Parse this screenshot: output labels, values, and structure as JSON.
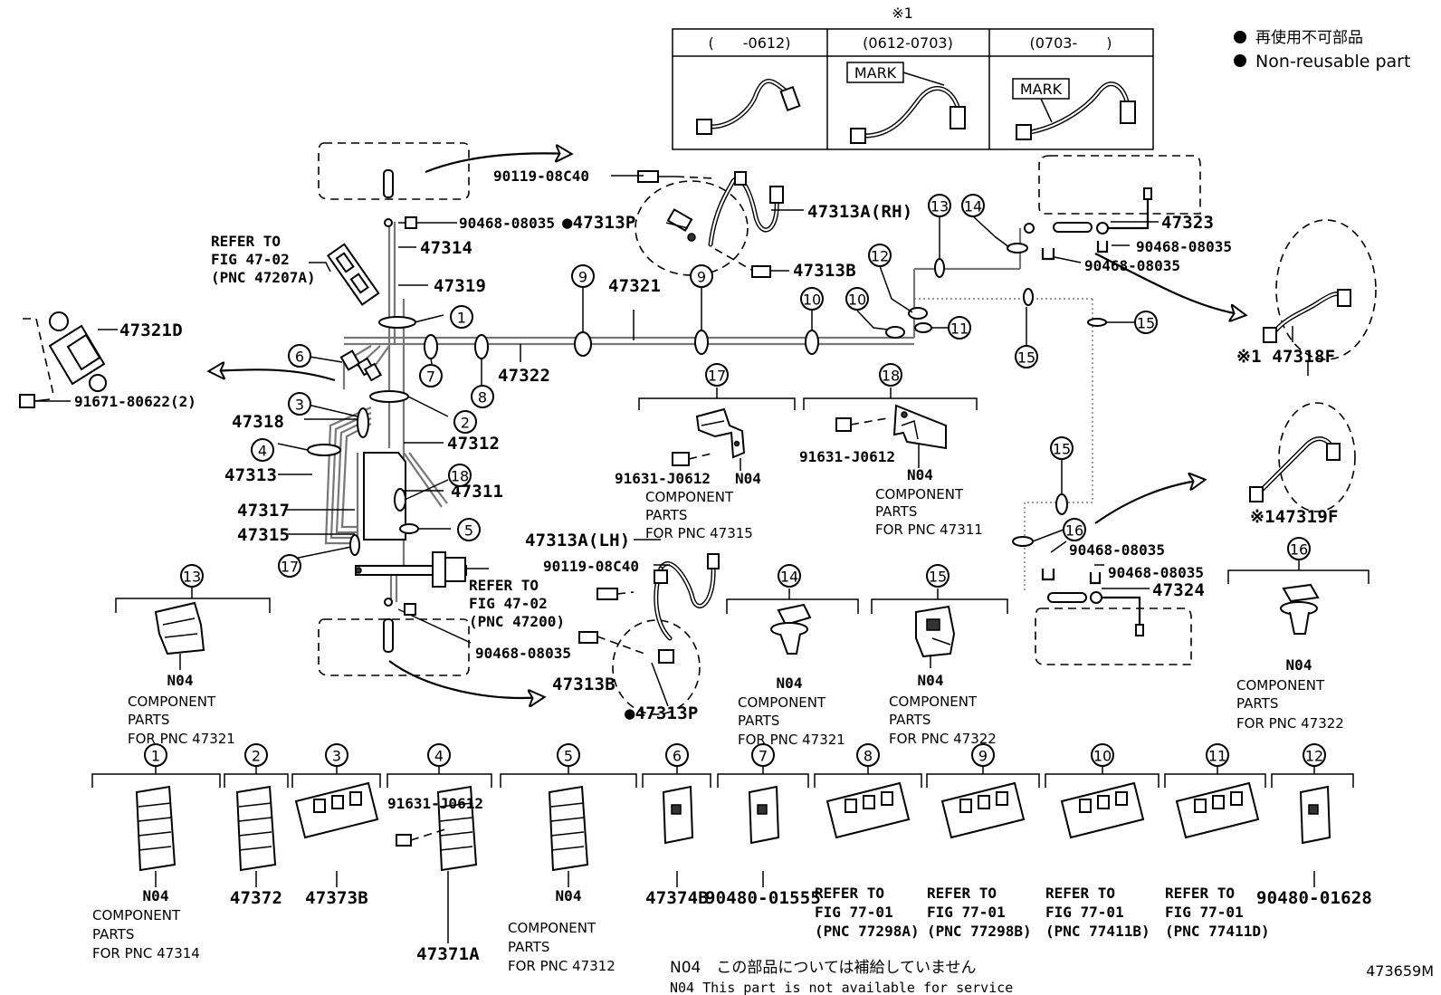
{
  "legend": {
    "symbol": "●",
    "jp": "再使用不可部品",
    "en": "Non-reusable part"
  },
  "variant_table": {
    "ref": "※1",
    "headers": [
      "(　　-0612)",
      "(0612-0703)",
      "(0703-　　)"
    ],
    "mark_label": "MARK"
  },
  "callouts": {
    "p90119_top": "90119-08C40",
    "p90468_top": "90468-08035",
    "p47313P_top": "●47313P",
    "p47313A_rh": "47313A(RH)",
    "p47313B_top": "47313B",
    "p47314": "47314",
    "p47319": "47319",
    "refer_a": [
      "REFER TO",
      "FIG 47-02",
      "(PNC 47207A)"
    ],
    "p47321D": "47321D",
    "p91671": "91671-80622(2)",
    "p47321": "47321",
    "p47322": "47322",
    "p47318": "47318",
    "p47312": "47312",
    "p47313": "47313",
    "p47317": "47317",
    "p47311": "47311",
    "p47315": "47315",
    "refer_b": [
      "REFER TO",
      "FIG 47-02",
      "(PNC 47200)"
    ],
    "p90468_bot": "90468-08035",
    "p47313A_lh": "47313A(LH)",
    "p90119_bot": "90119-08C40",
    "p47313B_bot": "47313B",
    "p47313P_bot": "●47313P",
    "p47323": "47323",
    "p90468_r1": "90468-08035",
    "p90468_r2": "90468-08035",
    "p47318F": "※1 47318F",
    "p47319F": "※147319F",
    "p90468_r3": "90468-08035",
    "p90468_r4": "90468-08035",
    "p47324": "47324"
  },
  "circled": {
    "c1": "1",
    "c2": "2",
    "c3": "3",
    "c4": "4",
    "c5": "5",
    "c6": "6",
    "c7": "7",
    "c8": "8",
    "c9a": "9",
    "c9b": "9",
    "c10a": "10",
    "c10b": "10",
    "c11": "11",
    "c12": "12",
    "c13": "13",
    "c14": "14",
    "c15a": "15",
    "c15b": "15",
    "c15c": "15",
    "c16": "16",
    "c17": "17",
    "c18": "18"
  },
  "panels": {
    "p17": {
      "num": "17",
      "screw": "91631-J0612",
      "code": "N04",
      "desc": [
        "COMPONENT",
        "PARTS",
        "FOR PNC 47315"
      ]
    },
    "p18": {
      "num": "18",
      "screw": "91631-J0612",
      "code": "N04",
      "desc": [
        "COMPONENT",
        "PARTS",
        "FOR PNC 47311"
      ]
    },
    "p13": {
      "num": "13",
      "code": "N04",
      "desc": [
        "COMPONENT",
        "PARTS",
        "FOR PNC 47321"
      ]
    },
    "p14": {
      "num": "14",
      "code": "N04",
      "desc": [
        "COMPONENT",
        "PARTS",
        "FOR PNC 47321"
      ]
    },
    "p15": {
      "num": "15",
      "code": "N04",
      "desc": [
        "COMPONENT",
        "PARTS",
        "FOR PNC 47322"
      ]
    },
    "p16": {
      "num": "16",
      "code": "N04",
      "desc": [
        "COMPONENT",
        "PARTS",
        "FOR PNC 47322"
      ]
    }
  },
  "bottom_row": [
    {
      "num": "1",
      "code": "N04",
      "desc": [
        "COMPONENT",
        "PARTS",
        "FOR PNC 47314"
      ]
    },
    {
      "num": "2",
      "part": "47372"
    },
    {
      "num": "3",
      "part": "47373B"
    },
    {
      "num": "4",
      "screw": "91631-J0612",
      "part": "47371A"
    },
    {
      "num": "5",
      "code": "N04",
      "desc": [
        "COMPONENT",
        "PARTS",
        "FOR PNC 47312"
      ]
    },
    {
      "num": "6",
      "part": "47374B"
    },
    {
      "num": "7",
      "part": "90480-01555"
    },
    {
      "num": "8",
      "refer": [
        "REFER TO",
        "FIG 77-01",
        "(PNC 77298A)"
      ]
    },
    {
      "num": "9",
      "refer": [
        "REFER TO",
        "FIG 77-01",
        "(PNC 77298B)"
      ]
    },
    {
      "num": "10",
      "refer": [
        "REFER TO",
        "FIG 77-01",
        "(PNC 77411B)"
      ]
    },
    {
      "num": "11",
      "refer": [
        "REFER TO",
        "FIG 77-01",
        "(PNC 77411D)"
      ]
    },
    {
      "num": "12",
      "part": "90480-01628"
    }
  ],
  "footnote": {
    "jp": "N04　この部品については補給していません",
    "en": "N04  This part is not available for service"
  },
  "figure_id": "473659M"
}
